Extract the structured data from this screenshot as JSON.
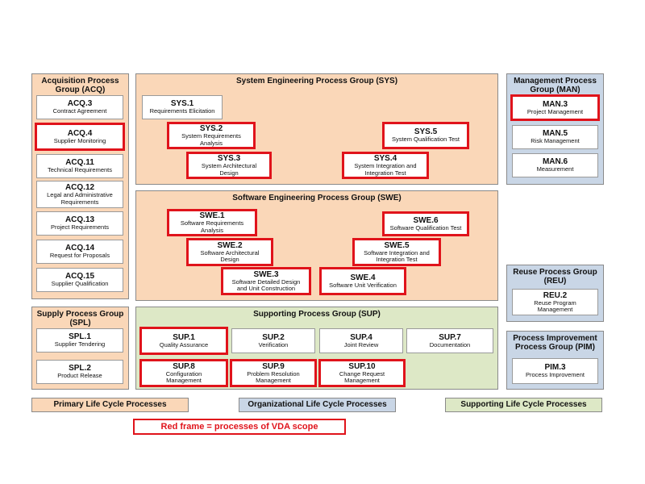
{
  "groups": {
    "acq": {
      "title": "Acquisition Process\nGroup (ACQ)"
    },
    "spl": {
      "title": "Supply Process Group\n(SPL)"
    },
    "sys": {
      "title": "System Engineering Process Group (SYS)"
    },
    "swe": {
      "title": "Software Engineering Process Group (SWE)"
    },
    "sup": {
      "title": "Supporting Process Group (SUP)"
    },
    "man": {
      "title": "Management Process\nGroup (MAN)"
    },
    "reu": {
      "title": "Reuse Process Group\n(REU)"
    },
    "pim": {
      "title": "Process Improvement\nProcess Group (PIM)"
    }
  },
  "processes": {
    "acq3": {
      "id": "ACQ.3",
      "name": "Contract Agreement"
    },
    "acq4": {
      "id": "ACQ.4",
      "name": "Supplier Monitoring"
    },
    "acq11": {
      "id": "ACQ.11",
      "name": "Technical Requirements"
    },
    "acq12": {
      "id": "ACQ.12",
      "name": "Legal and Administrative\nRequirements"
    },
    "acq13": {
      "id": "ACQ.13",
      "name": "Project Requirements"
    },
    "acq14": {
      "id": "ACQ.14",
      "name": "Request for Proposals"
    },
    "acq15": {
      "id": "ACQ.15",
      "name": "Supplier Qualification"
    },
    "spl1": {
      "id": "SPL.1",
      "name": "Supplier Tendering"
    },
    "spl2": {
      "id": "SPL.2",
      "name": "Product Release"
    },
    "sys1": {
      "id": "SYS.1",
      "name": "Requirements Elicitation"
    },
    "sys2": {
      "id": "SYS.2",
      "name": "System Requirements\nAnalysis"
    },
    "sys3": {
      "id": "SYS.3",
      "name": "System Architectural\nDesign"
    },
    "sys4": {
      "id": "SYS.4",
      "name": "System Integration and\nIntegration Test"
    },
    "sys5": {
      "id": "SYS.5",
      "name": "System Qualification Test"
    },
    "swe1": {
      "id": "SWE.1",
      "name": "Software Requirements\nAnalysis"
    },
    "swe2": {
      "id": "SWE.2",
      "name": "Software Architectural\nDesign"
    },
    "swe3": {
      "id": "SWE.3",
      "name": "Software Detailed Design\nand Unit Construction"
    },
    "swe4": {
      "id": "SWE.4",
      "name": "Software Unit Verification"
    },
    "swe5": {
      "id": "SWE.5",
      "name": "Software Integration and\nIntegration Test"
    },
    "swe6": {
      "id": "SWE.6",
      "name": "Software Qualification Test"
    },
    "sup1": {
      "id": "SUP.1",
      "name": "Quality Assurance"
    },
    "sup2": {
      "id": "SUP.2",
      "name": "Verification"
    },
    "sup4": {
      "id": "SUP.4",
      "name": "Joint Review"
    },
    "sup7": {
      "id": "SUP.7",
      "name": "Documentation"
    },
    "sup8": {
      "id": "SUP.8",
      "name": "Configuration\nManagement"
    },
    "sup9": {
      "id": "SUP.9",
      "name": "Problem Resolution\nManagement"
    },
    "sup10": {
      "id": "SUP.10",
      "name": "Change Request\nManagement"
    },
    "man3": {
      "id": "MAN.3",
      "name": "Project Management"
    },
    "man5": {
      "id": "MAN.5",
      "name": "Risk Management"
    },
    "man6": {
      "id": "MAN.6",
      "name": "Measurement"
    },
    "reu2": {
      "id": "REU.2",
      "name": "Reuse Program\nManagement"
    },
    "pim3": {
      "id": "PIM.3",
      "name": "Process Improvement"
    }
  },
  "legend": {
    "primary": "Primary Life Cycle Processes",
    "organizational": "Organizational Life Cycle Processes",
    "supporting": "Supporting Life Cycle Processes",
    "note": "Red frame = processes of VDA scope"
  },
  "colors": {
    "primary": "#fad7b8",
    "organizational": "#c9d6e6",
    "supporting": "#dde8c6",
    "vda_frame": "#e0131b"
  }
}
